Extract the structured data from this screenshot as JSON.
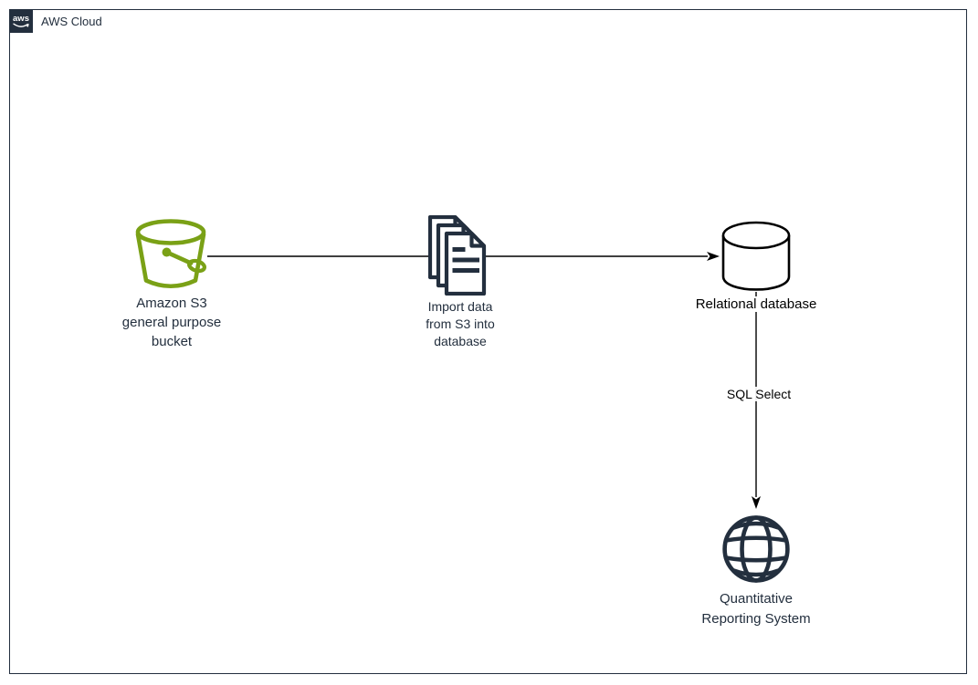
{
  "container": {
    "label": "AWS Cloud",
    "logo_text": "aws",
    "border_color": "#232F3E"
  },
  "nodes": {
    "s3": {
      "lines": [
        "Amazon S3",
        "general purpose",
        "bucket"
      ],
      "icon": "s3-bucket",
      "accent": "#7AA116"
    },
    "import_docs": {
      "lines": [
        "Import data",
        "from S3 into",
        "database"
      ],
      "icon": "documents",
      "accent": "#232F3E"
    },
    "relational_db": {
      "lines": [
        "Relational database"
      ],
      "icon": "database-cylinder",
      "accent": "#000000"
    },
    "reporting": {
      "lines": [
        "Quantitative",
        "Reporting System"
      ],
      "icon": "globe",
      "accent": "#232F3E"
    }
  },
  "edges": {
    "s3_to_db": {
      "label": ""
    },
    "db_to_reporting": {
      "label": "SQL Select"
    }
  }
}
